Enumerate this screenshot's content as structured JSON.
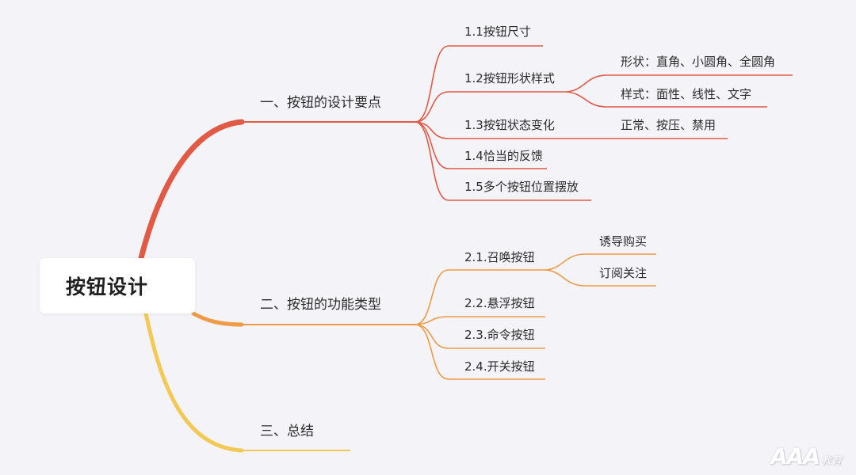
{
  "colors": {
    "background": "#f4f3f8",
    "branch_red": "#e05a46",
    "branch_orange": "#ee9a46",
    "branch_yellow": "#f2c955"
  },
  "root": {
    "label": "按钮设计"
  },
  "branches": [
    {
      "label": "一、按钮的设计要点",
      "children": [
        {
          "label": "1.1按钮尺寸"
        },
        {
          "label": "1.2按钮形状样式",
          "children": [
            "形状：直角、小圆角、全圆角",
            "样式：面性、线性、文字"
          ]
        },
        {
          "label": "1.3按钮状态变化",
          "children": [
            "正常、按压、禁用"
          ]
        },
        {
          "label": "1.4恰当的反馈"
        },
        {
          "label": "1.5多个按钮位置摆放"
        }
      ]
    },
    {
      "label": "二、按钮的功能类型",
      "children": [
        {
          "label": "2.1.召唤按钮",
          "children": [
            "诱导购买",
            "订阅关注"
          ]
        },
        {
          "label": "2.2.悬浮按钮"
        },
        {
          "label": "2.3.命令按钮"
        },
        {
          "label": "2.4.开关按钮"
        }
      ]
    },
    {
      "label": "三、总结"
    }
  ],
  "watermark": {
    "main": "AAA",
    "small": "教育"
  }
}
